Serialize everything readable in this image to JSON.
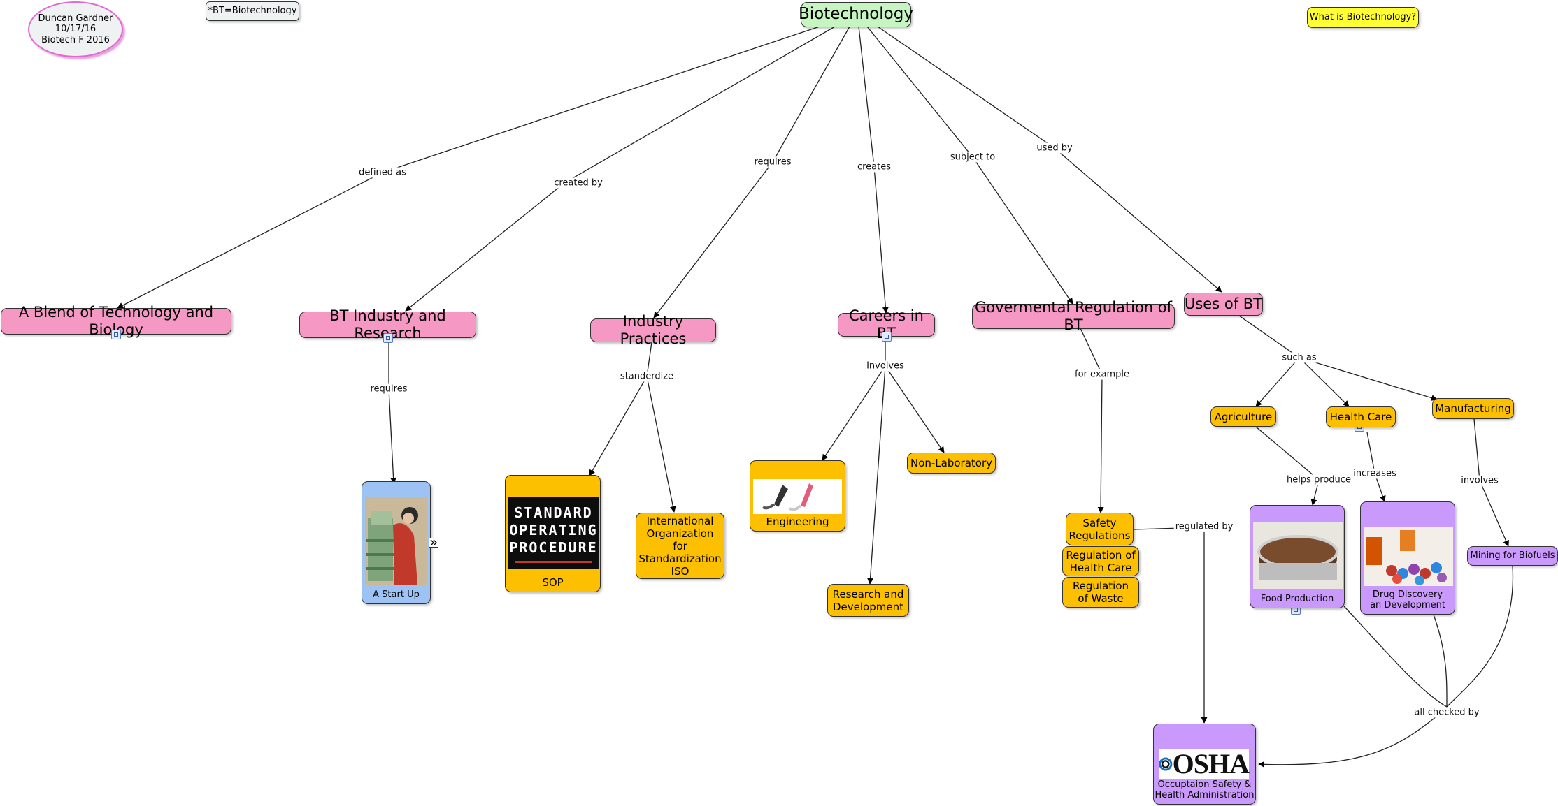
{
  "author_note": {
    "name": "Duncan Gardner",
    "date": "10/17/16",
    "course": "Biotech F 2016"
  },
  "abbrev_note": "*BT=Biotechnology",
  "question_note": "What is Biotechnology?",
  "root": "Biotechnology",
  "main_concepts": {
    "blend": "A Blend of Technology and Biology",
    "industry_research": "BT Industry and Research",
    "industry_practices": "Industry Practices",
    "careers": "Careers in BT",
    "gov_regulation": "Govermental Regulation of BT",
    "uses": "Uses of BT"
  },
  "root_links": {
    "defined_as": "defined as",
    "created_by": "created by",
    "requires": "requires",
    "creates": "creates",
    "subject_to": "subject to",
    "used_by": "used by"
  },
  "sub_links": {
    "requires": "requires",
    "standerdize": "standerdize",
    "involves_careers": "Involves",
    "for_example": "for example",
    "such_as": "such as",
    "helps_produce": "helps produce",
    "increases": "increases",
    "involves": "involves",
    "regulated_by": "regulated by",
    "all_checked_by": "all checked by"
  },
  "leaves": {
    "start_up": "A Start Up",
    "sop": "SOP",
    "sop_sign": [
      "STANDARD",
      "OPERATING",
      "PROCEDURE"
    ],
    "iso": "International Organization for Standardization ISO",
    "engineering": "Engineering",
    "non_lab": "Non-Laboratory",
    "rnd": "Research and Development",
    "safety": "Safety Regulations",
    "reg_health": "Regulation of Health Care",
    "reg_waste": "Regulation of Waste",
    "agriculture": "Agriculture",
    "health_care": "Health Care",
    "manufacturing": "Manufacturing",
    "food_production": "Food Production",
    "drug_discovery": "Drug Discovery an Development",
    "biofuels": "Mining for Biofuels",
    "osha_logo": "OSHA",
    "osha": "Occuptaion Safety & Health Administration"
  },
  "colors": {
    "root": "#c7f5c2",
    "concept": "#f598c4",
    "leaf": "#fdc000",
    "use_leaf": "#c999fb",
    "startup": "#9dc3f5",
    "question": "#ffff33"
  }
}
